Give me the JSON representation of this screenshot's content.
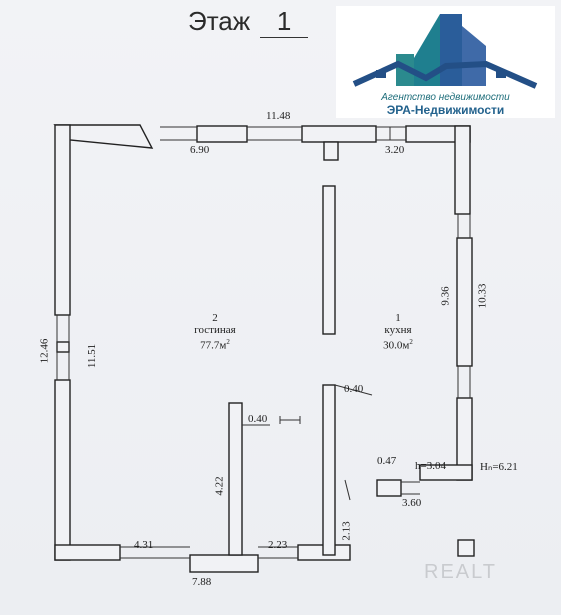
{
  "floor": {
    "label": "Этаж",
    "number": "1"
  },
  "logo": {
    "line1": "Агентство недвижимости",
    "line2": "ЭРА-Недвижимости"
  },
  "rooms": [
    {
      "id": "2",
      "name": "гостиная",
      "area": "77.7м",
      "sup": "2"
    },
    {
      "id": "1",
      "name": "кухня",
      "area": "30.0м",
      "sup": "2"
    }
  ],
  "dims": {
    "top_total": "11.48",
    "top_left": "6.90",
    "top_right": "3.20",
    "right_outer": "10.33",
    "right_inner": "9.36",
    "left_outer": "12.46",
    "left_inner": "11.51",
    "partition_top": "0.40",
    "partition_mid": "0.40",
    "step_width": "0.47",
    "h_value": "h=3.04",
    "hn_value": "Hₙ=6.21",
    "step_depth": "3.60",
    "inner_wall_height": "4.22",
    "right_bottom": "2.13",
    "bottom_left": "4.31",
    "bottom_right": "2.23",
    "bottom_total": "7.88"
  },
  "watermark": "REALT",
  "colors": {
    "wall": "#222222",
    "logo_teal": "#1d6d7a",
    "logo_blue": "#23628d"
  }
}
